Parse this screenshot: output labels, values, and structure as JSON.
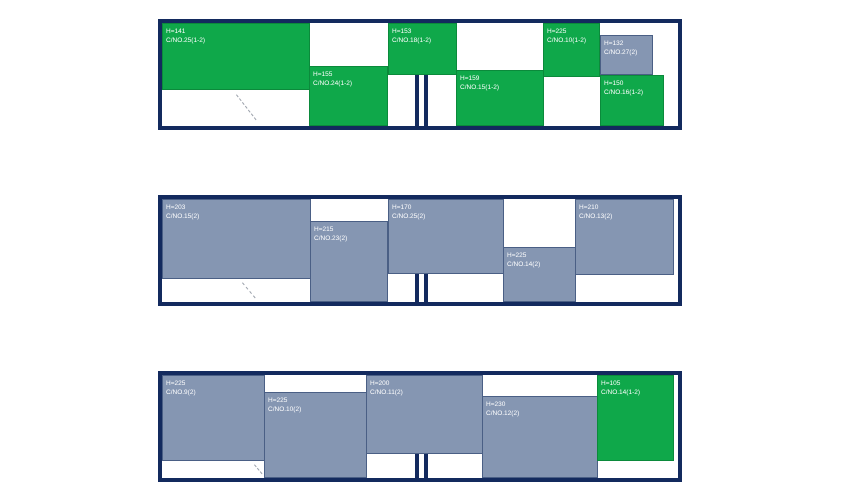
{
  "containers": [
    {
      "blocks": [
        {
          "h": "H=141",
          "c": "C/NO.25(1-2)",
          "color": "green"
        },
        {
          "h": "H=155",
          "c": "C/NO.24(1-2)",
          "color": "green"
        },
        {
          "h": "H=153",
          "c": "C/NO.18(1-2)",
          "color": "green"
        },
        {
          "h": "H=159",
          "c": "C/NO.15(1-2)",
          "color": "green"
        },
        {
          "h": "H=225",
          "c": "C/NO.10(1-2)",
          "color": "green"
        },
        {
          "h": "H=132",
          "c": "C/NO.27(2)",
          "color": "grey"
        },
        {
          "h": "H=150",
          "c": "C/NO.16(1-2)",
          "color": "green"
        }
      ]
    },
    {
      "blocks": [
        {
          "h": "H=203",
          "c": "C/NO.15(2)",
          "color": "grey"
        },
        {
          "h": "H=215",
          "c": "C/NO.23(2)",
          "color": "grey"
        },
        {
          "h": "H=170",
          "c": "C/NO.25(2)",
          "color": "grey"
        },
        {
          "h": "H=225",
          "c": "C/NO.14(2)",
          "color": "grey"
        },
        {
          "h": "H=210",
          "c": "C/NO.13(2)",
          "color": "grey"
        }
      ]
    },
    {
      "blocks": [
        {
          "h": "H=225",
          "c": "C/NO.9(2)",
          "color": "grey"
        },
        {
          "h": "H=225",
          "c": "C/NO.10(2)",
          "color": "grey"
        },
        {
          "h": "H=200",
          "c": "C/NO.11(2)",
          "color": "grey"
        },
        {
          "h": "H=230",
          "c": "C/NO.12(2)",
          "color": "grey"
        },
        {
          "h": "H=105",
          "c": "C/NO.14(1-2)",
          "color": "green"
        }
      ]
    }
  ],
  "colors": {
    "green": "#0fa84a",
    "grey": "#8596b2",
    "frame": "#132a5e"
  }
}
